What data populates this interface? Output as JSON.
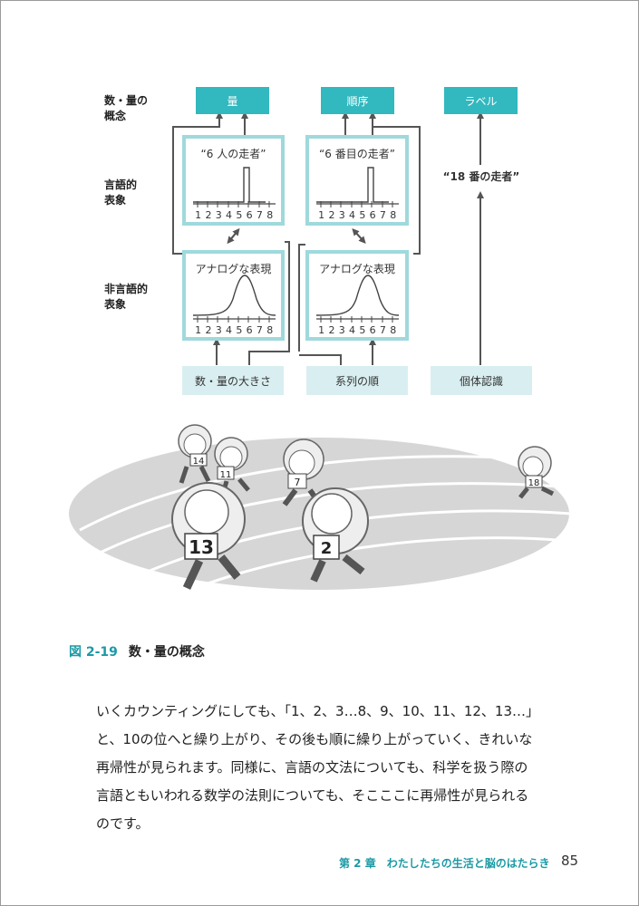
{
  "diagram": {
    "row_labels": {
      "concept": [
        "数・量の",
        "概念"
      ],
      "verbal": [
        "言語的",
        "表象"
      ],
      "nonverbal": [
        "非言語的",
        "表象"
      ]
    },
    "top_boxes": [
      "量",
      "順序",
      "ラベル"
    ],
    "verbal_panels": [
      "“6 人の走者”",
      "“6 番目の走者”"
    ],
    "nonverbal_panels": [
      "アナログな表現",
      "アナログな表現"
    ],
    "axis_ticks": [
      "1",
      "2",
      "3",
      "4",
      "5",
      "6",
      "7",
      "8"
    ],
    "third_column_label": "“18 番の走者”",
    "bottom_boxes": [
      "数・量の大きさ",
      "系列の順",
      "個体認識"
    ]
  },
  "illustration": {
    "runner_numbers": [
      "14",
      "11",
      "7",
      "13",
      "2",
      "18"
    ]
  },
  "caption": {
    "number": "図 2-19",
    "title": "数・量の概念"
  },
  "body_text": [
    "いくカウンティングにしても、「1、2、3…8、9、10、11、12、13…」",
    "と、10の位へと繰り上がり、その後も順に繰り上がっていく、きれいな",
    "再帰性が見られます。同様に、言語の文法についても、科学を扱う際の",
    "言語ともいわれる数学の法則についても、そこここに再帰性が見られる",
    "のです。"
  ],
  "footer": {
    "chapter": "第 2 章　わたしたちの生活と脳のはたらき",
    "page": "85"
  },
  "colors": {
    "teal": "#32b8bf",
    "panel_border": "#9fd9dc",
    "light_box": "#d9eef0",
    "caption_accent": "#1b9aa5"
  }
}
